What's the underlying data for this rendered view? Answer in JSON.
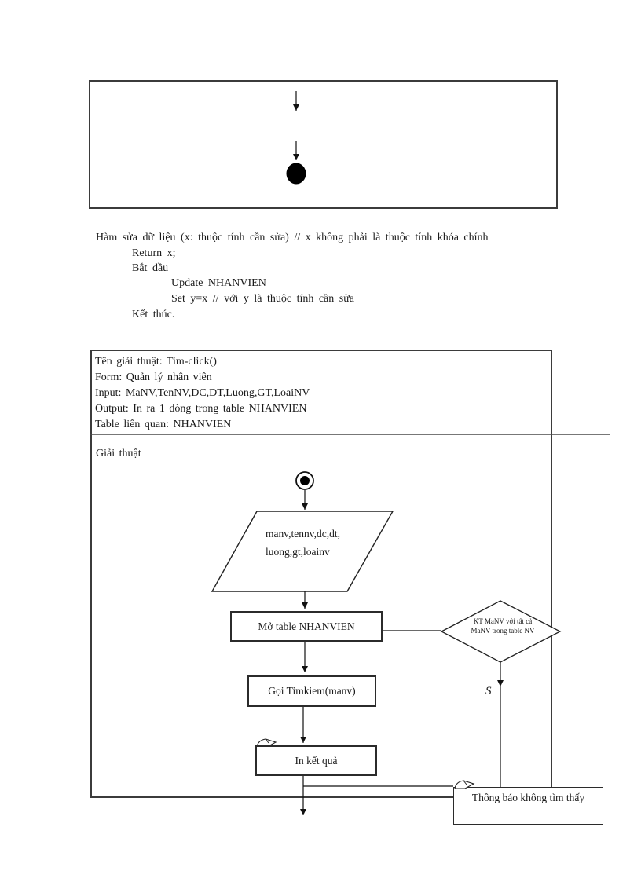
{
  "colors": {
    "ink": "#1a1a1a",
    "border": "#3b3b3b"
  },
  "pseudocode": {
    "line1": "Hàm sửa dữ liệu (x: thuộc tính cần sửa) // x không phải là thuộc tính khóa chính",
    "line2": "Return x;",
    "line3": "Bắt đầu",
    "line4": "Update NHANVIEN",
    "line5": "Set y=x  // với y là thuộc tính cần sửa",
    "line6": "Kết thúc."
  },
  "algorithm": {
    "name": "Tên giải thuật: Tim-click()",
    "form": "Form: Quản lý nhân viên",
    "input": "Input: MaNV,TenNV,DC,DT,Luong,GT,LoaiNV",
    "output": "Output: In ra 1 dòng trong table NHANVIEN",
    "table": "Table liên quan: NHANVIEN",
    "section_label": "Giải thuật"
  },
  "flowchart": {
    "input_line1": "manv,tennv,dc,dt,",
    "input_line2": "luong,gt,loainv",
    "open_step": "Mở table NHANVIEN",
    "call_step": "Gọi Timkiem(manv)",
    "print_step": "In kết quả",
    "decision_line1": "KT MaNV với tất cả",
    "decision_line2": "MaNV trong table NV",
    "branch_label": "S",
    "notfound_step": "Thông báo không tìm thấy"
  }
}
